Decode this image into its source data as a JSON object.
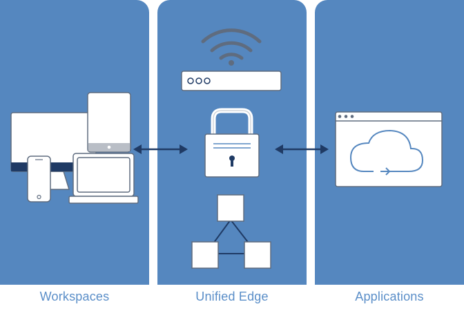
{
  "columns": {
    "workspaces": {
      "label": "Workspaces"
    },
    "edge": {
      "label": "Unified Edge"
    },
    "applications": {
      "label": "Applications"
    }
  },
  "colors": {
    "panel": "#5587bf",
    "label_text": "#5a8ec8",
    "icon_outline": "#5f6c7f",
    "navy": "#1f3a64",
    "cloud": "#5587bf"
  }
}
